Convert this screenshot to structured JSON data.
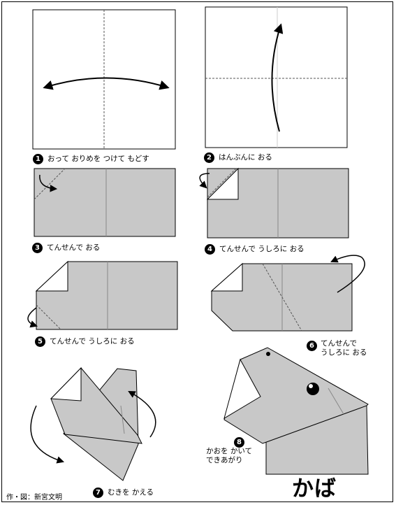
{
  "steps": [
    {
      "num": "1",
      "text": "おって おりめを つけて もどす"
    },
    {
      "num": "2",
      "text": "はんぶんに おる"
    },
    {
      "num": "3",
      "text": "てんせんで おる"
    },
    {
      "num": "4",
      "text": "てんせんで うしろに おる"
    },
    {
      "num": "5",
      "text": "てんせんで うしろに おる"
    },
    {
      "num": "6",
      "line1": "てんせんで",
      "line2": "うしろに おる"
    },
    {
      "num": "7",
      "text": "むきを かえる"
    },
    {
      "num": "8",
      "line1": "かおを かいて",
      "line2": "できあがり"
    }
  ],
  "title": "かば",
  "credit": "作・図：新宮文明",
  "colors": {
    "paper": "#c8c8c8",
    "white": "#ffffff",
    "ink": "#000000"
  }
}
